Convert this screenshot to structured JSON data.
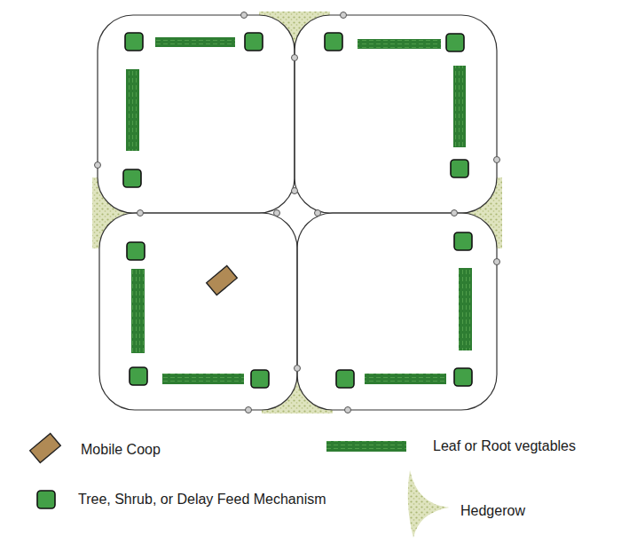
{
  "diagram": {
    "legend": [
      {
        "text": "Mobile Coop"
      },
      {
        "text": "Leaf or Root vegtables"
      },
      {
        "text": "Tree, Shrub, or Delay Feed Mechanism"
      },
      {
        "text": "Hedgerow"
      }
    ]
  }
}
